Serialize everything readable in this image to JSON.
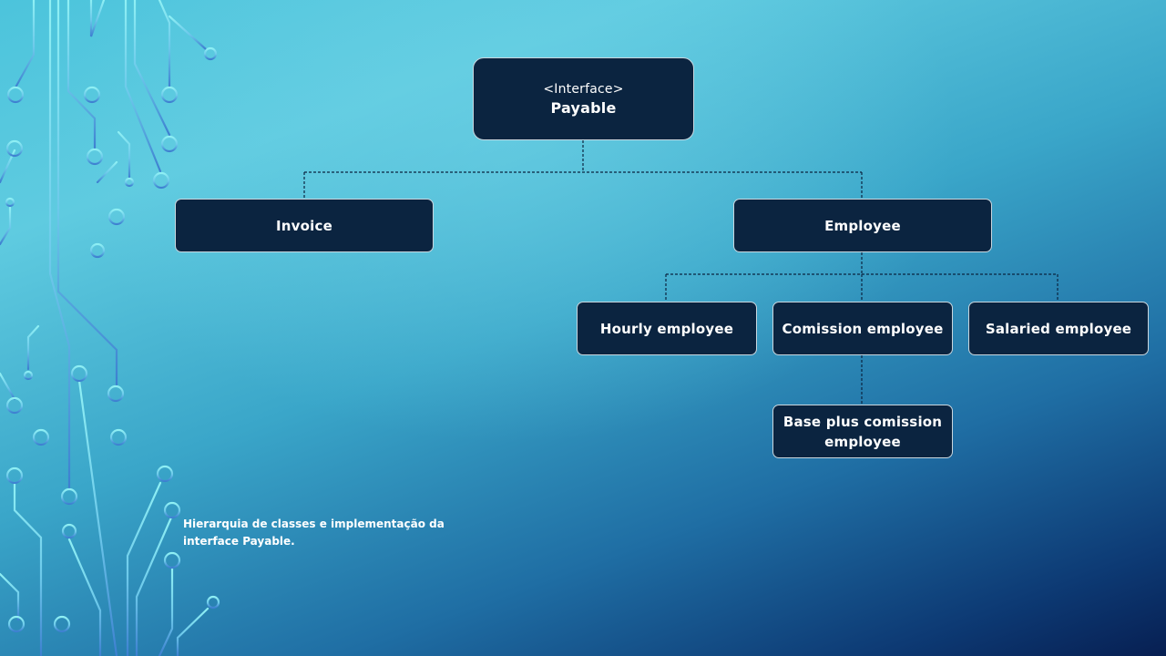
{
  "diagram": {
    "root": {
      "stereotype": "<Interface>",
      "name": "Payable"
    },
    "level1": [
      {
        "name": "Invoice"
      },
      {
        "name": "Employee"
      }
    ],
    "level2": [
      {
        "name": "Hourly employee"
      },
      {
        "name": "Comission employee"
      },
      {
        "name": "Salaried employee"
      }
    ],
    "level3": [
      {
        "name": "Base plus comission employee"
      }
    ]
  },
  "caption": "Hierarquia de classes e implementação da interface Payable.",
  "colors": {
    "node_fill": "#0b2440",
    "node_border": "#c9d6de",
    "circuit_light": "#8ff0f4",
    "circuit_dark": "#3d8fd8"
  }
}
